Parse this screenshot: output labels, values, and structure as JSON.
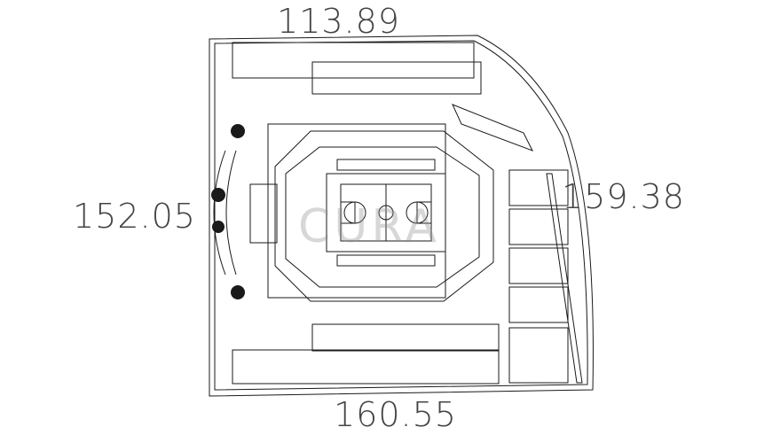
{
  "dimensions": {
    "top": "113.89",
    "bottom": "160.55",
    "left": "152.05",
    "right": "159.38"
  },
  "watermark": "CURA",
  "colors": {
    "line": "#1a1a1a",
    "dimension_text": "#444444",
    "background": "#ffffff"
  }
}
